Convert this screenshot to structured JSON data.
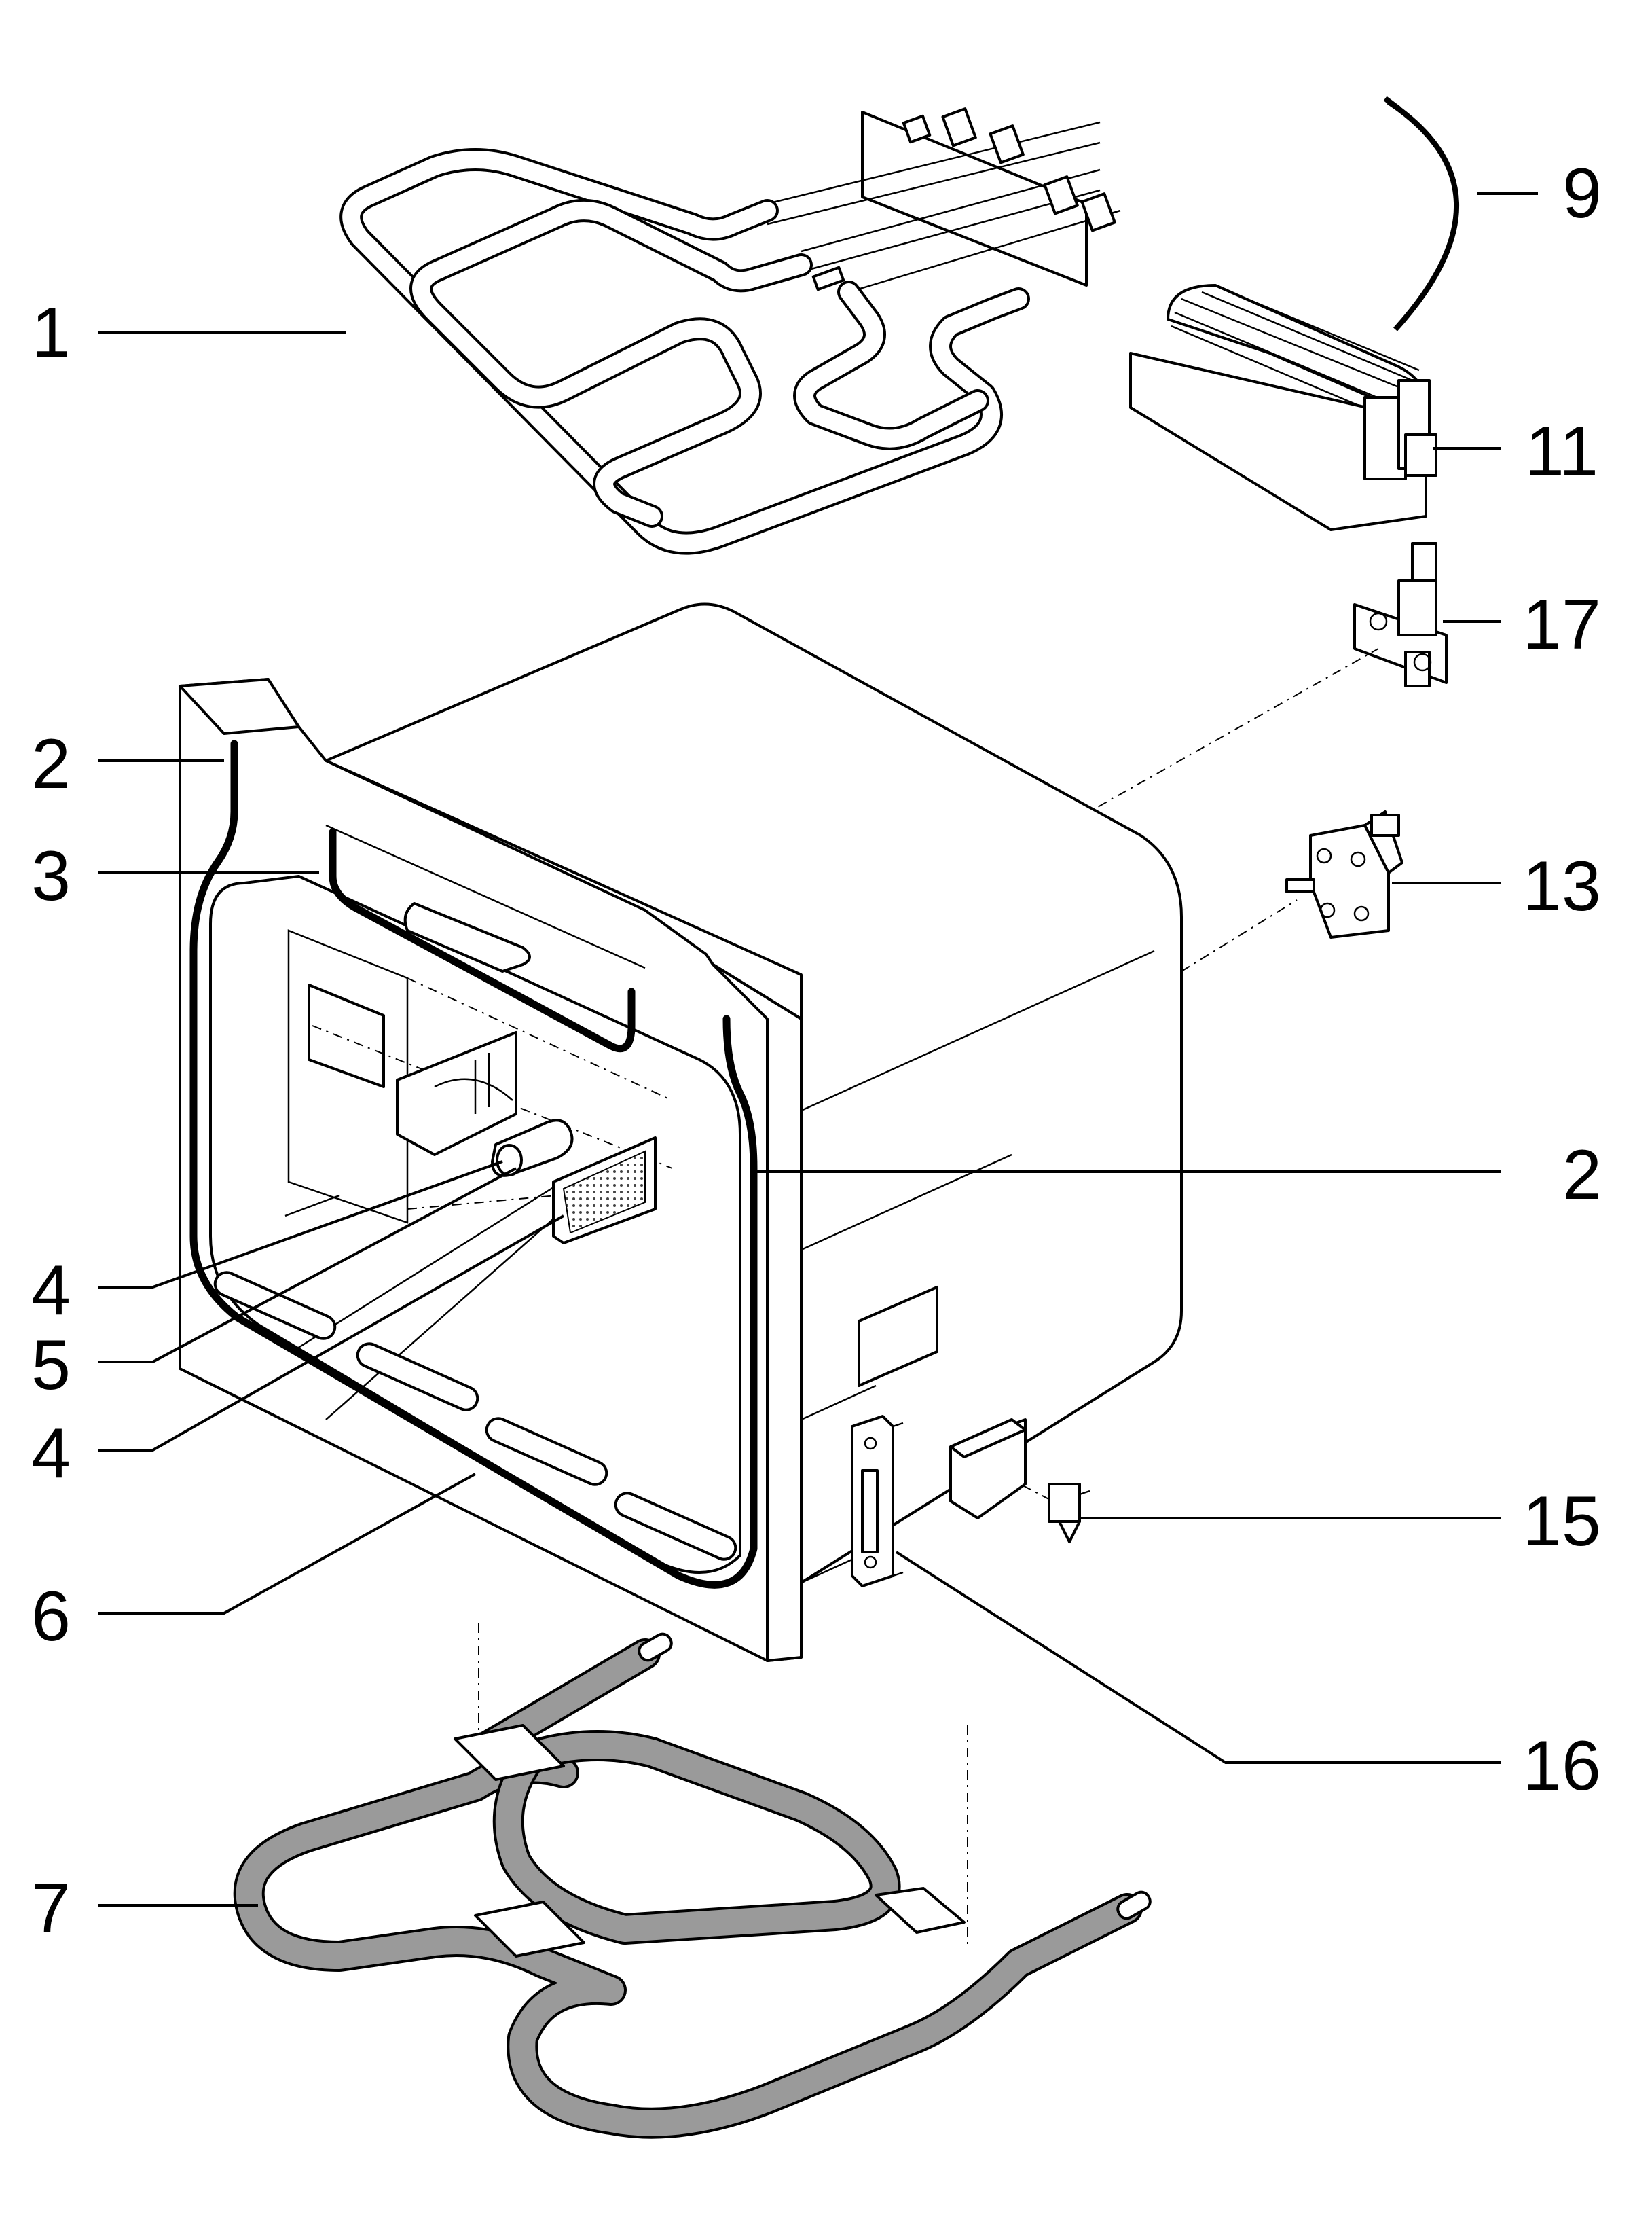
{
  "callouts": [
    {
      "id": "1",
      "label": "1"
    },
    {
      "id": "2a",
      "label": "2"
    },
    {
      "id": "2b",
      "label": "2"
    },
    {
      "id": "3",
      "label": "3"
    },
    {
      "id": "4a",
      "label": "4"
    },
    {
      "id": "4b",
      "label": "4"
    },
    {
      "id": "5",
      "label": "5"
    },
    {
      "id": "6",
      "label": "6"
    },
    {
      "id": "7",
      "label": "7"
    },
    {
      "id": "9",
      "label": "9"
    },
    {
      "id": "11",
      "label": "11"
    },
    {
      "id": "13",
      "label": "13"
    },
    {
      "id": "15",
      "label": "15"
    },
    {
      "id": "16",
      "label": "16"
    },
    {
      "id": "17",
      "label": "17"
    }
  ]
}
